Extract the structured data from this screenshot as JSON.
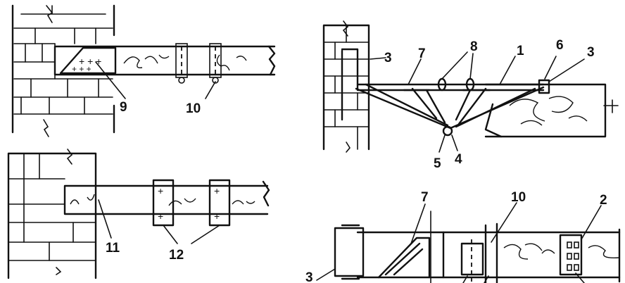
{
  "callouts": {
    "n1": "1",
    "n2": "2",
    "n3a": "3",
    "n3b": "3",
    "n3c": "3",
    "n4": "4",
    "n5": "5",
    "n6": "6",
    "n7a": "7",
    "n7b": "7",
    "n8": "8",
    "n9": "9",
    "n10a": "10",
    "n10b": "10",
    "n11": "11",
    "n12": "12"
  }
}
